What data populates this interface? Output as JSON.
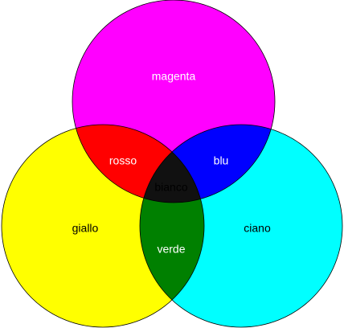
{
  "circles": {
    "magenta": {
      "label": "magenta",
      "color": "#ff00ff"
    },
    "yellow": {
      "label": "giallo",
      "color": "#ffff00"
    },
    "cyan": {
      "label": "ciano",
      "color": "#00ffff"
    }
  },
  "overlaps": {
    "red": {
      "label": "rosso",
      "color": "#ff0000"
    },
    "blue": {
      "label": "blu",
      "color": "#0000ff"
    },
    "green": {
      "label": "verde",
      "color": "#008000"
    },
    "center": {
      "label": "bianco",
      "color": "#111111"
    }
  }
}
